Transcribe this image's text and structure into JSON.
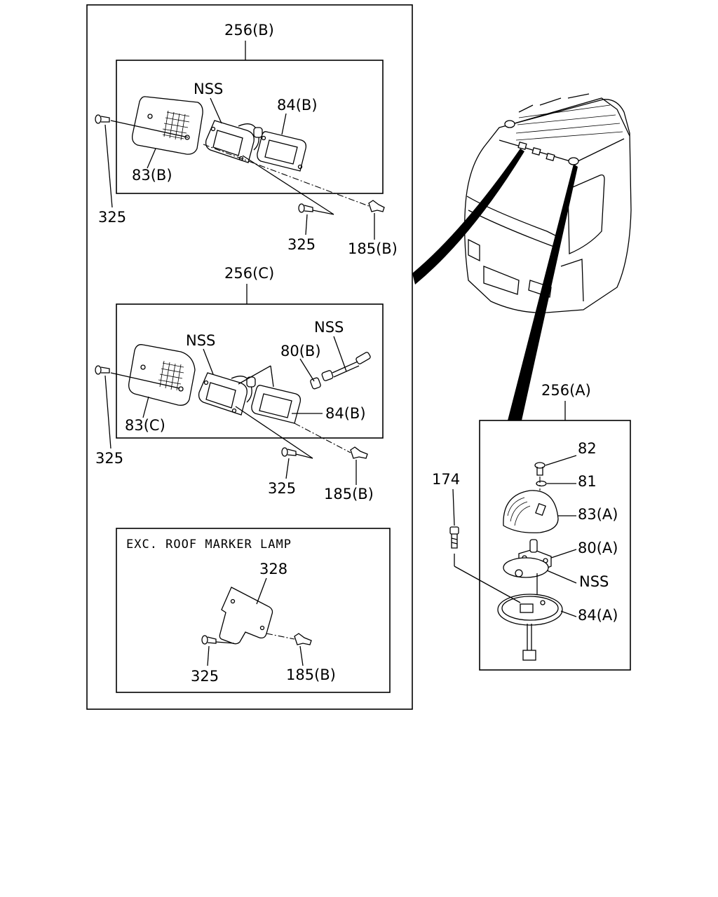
{
  "labels": {
    "group_b": "256(B)",
    "group_c": "256(C)",
    "group_a": "256(A)",
    "b_nss": "NSS",
    "b_84": "84(B)",
    "b_83": "83(B)",
    "b_325_left": "325",
    "b_325_bottom": "325",
    "b_185": "185(B)",
    "c_nss": "NSS",
    "c_nss_2": "NSS",
    "c_80": "80(B)",
    "c_84": "84(B)",
    "c_83": "83(C)",
    "c_325_left": "325",
    "c_325_bottom": "325",
    "c_185": "185(B)",
    "exc_title": "EXC. ROOF MARKER LAMP",
    "exc_328": "328",
    "exc_325": "325",
    "exc_185": "185(B)",
    "a_82": "82",
    "a_81": "81",
    "a_83": "83(A)",
    "a_80": "80(A)",
    "a_nss": "NSS",
    "a_84": "84(A)",
    "a_174": "174"
  }
}
